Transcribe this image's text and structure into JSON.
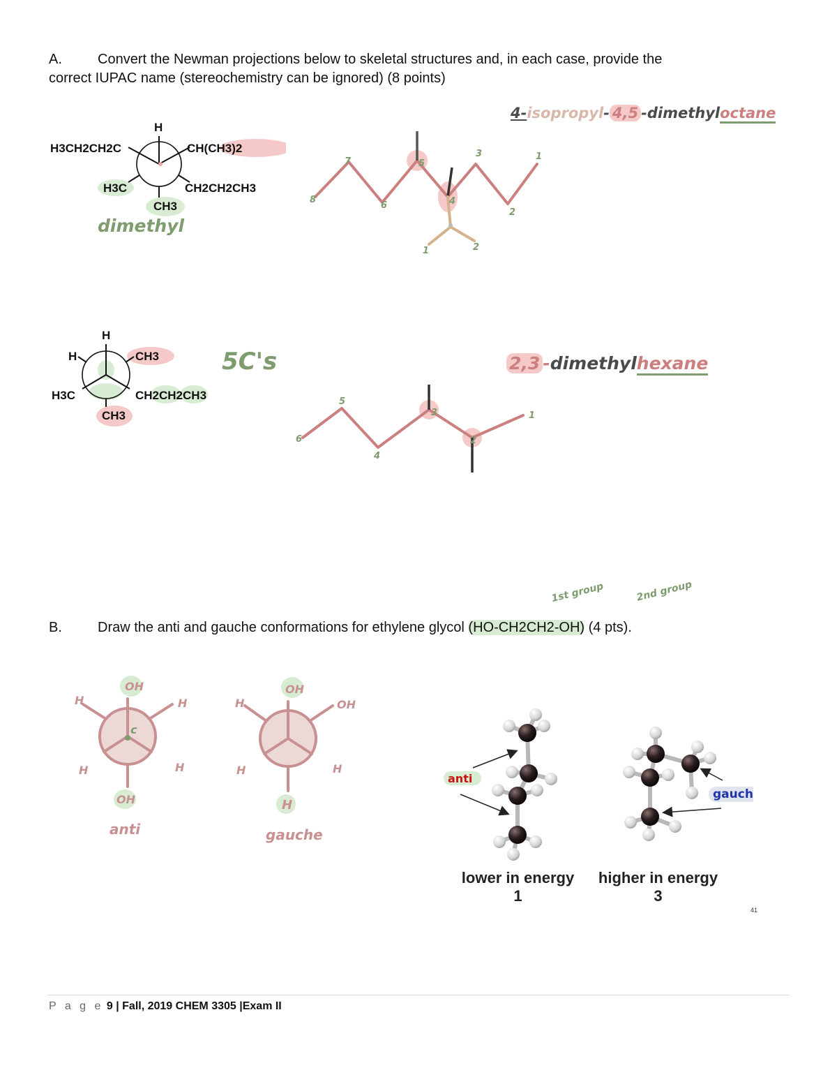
{
  "partA": {
    "label": "A.",
    "text_line1": "Convert the Newman projections below to skeletal structures and, in each case, provide the",
    "text_line2": "correct IUPAC name (stereochemistry can be ignored) (8 points)"
  },
  "newman1": {
    "front_top": "H",
    "front_left": "H3CH2CH2C",
    "front_right": "CH(CH3)2",
    "back_left": "H3C",
    "back_right": "CH2CH2CH3",
    "back_bottom": "CH3",
    "annotation": "dimethyl"
  },
  "skeletal1": {
    "name_parts": [
      "4-",
      "isopropyl",
      "-",
      "4,5",
      "-",
      "dimethyl",
      "octane"
    ],
    "main_numbers": [
      "8",
      "7",
      "6",
      "5",
      "4",
      "3",
      "2",
      "1"
    ],
    "branch_numbers": [
      "1",
      "2"
    ]
  },
  "newman2": {
    "front_top": "H",
    "front_left": "H",
    "front_right": "CH3",
    "back_left": "H3C",
    "back_right": "CH2CH2CH3",
    "back_bottom": "CH3",
    "annotation": "5C's"
  },
  "skeletal2": {
    "name_parts": [
      "2,3",
      "-",
      "dimethyl",
      "hexane"
    ],
    "numbers": [
      "6",
      "5",
      "4",
      "3",
      "2",
      "1"
    ]
  },
  "partB": {
    "label": "B.",
    "text_pre": "Draw the anti and gauche conformations for ethylene glycol ",
    "formula": "(HO-CH2CH2-OH)",
    "text_post": " (4 pts).",
    "note1": "1st group",
    "note2": "2nd group"
  },
  "anti_newman": {
    "top": "OH",
    "upper_left": "H",
    "upper_right": "H",
    "lower_left": "H",
    "lower_right": "H",
    "bottom": "OH",
    "center": "c",
    "caption": "anti"
  },
  "gauche_newman": {
    "top": "OH",
    "upper_left": "H",
    "upper_right": "OH",
    "lower_left": "H",
    "lower_right": "H",
    "bottom": "H",
    "caption": "gauche"
  },
  "models": {
    "anti_label": "anti",
    "gauche_label": "gauche",
    "left_caption": "lower in energy",
    "left_value": "1",
    "right_caption": "higher in energy",
    "right_value": "3",
    "corner_mark": "41"
  },
  "colors": {
    "skeleton": "#cc7f7f",
    "branch": "#d4b28c",
    "number": "#7e9c6e",
    "highlight_red": "#f6c9c9",
    "highlight_green": "#d8ecd3",
    "handwriting_dark": "#4a4a4a",
    "anti_text": "#cc1111",
    "gauche_text": "#2233aa"
  },
  "footer": {
    "page_word": "P a g e",
    "page_number": "9",
    "sep": " | ",
    "course": "Fall, 2019 CHEM 3305 |Exam II"
  }
}
